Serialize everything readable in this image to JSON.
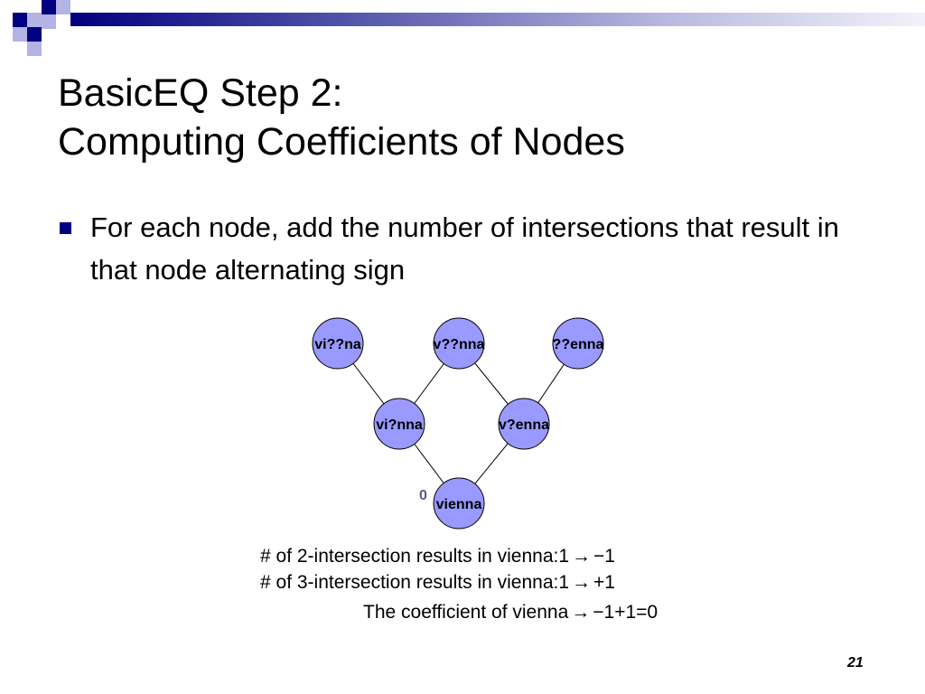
{
  "slide": {
    "title_line1": "BasicEQ Step 2:",
    "title_line2": "Computing Coefficients of Nodes",
    "bullet": "For each node, add the number of intersections that result in that node alternating sign",
    "page_number": "21"
  },
  "diagram": {
    "nodes": [
      {
        "id": "n1",
        "label": "vi??na"
      },
      {
        "id": "n2",
        "label": "v??nna"
      },
      {
        "id": "n3",
        "label": "??enna"
      },
      {
        "id": "n4",
        "label": "vi?nna"
      },
      {
        "id": "n5",
        "label": "v?enna"
      },
      {
        "id": "n6",
        "label": "vienna"
      }
    ],
    "edges": [
      [
        "n1",
        "n4"
      ],
      [
        "n2",
        "n4"
      ],
      [
        "n2",
        "n5"
      ],
      [
        "n3",
        "n5"
      ],
      [
        "n4",
        "n6"
      ],
      [
        "n5",
        "n6"
      ]
    ],
    "coefficient_label": "0",
    "node_color": "#9999ff"
  },
  "results": {
    "line1_text": "# of 2-intersection results in vienna:1",
    "line1_arrow": "→",
    "line1_value": "−1",
    "line2_text": "# of 3-intersection results in vienna:1",
    "line2_arrow": "→",
    "line2_value": "+1",
    "line3_text": "The coefficient of  vienna",
    "line3_arrow": "→",
    "line3_value": "−1+1=0"
  },
  "colors": {
    "accent": "#000080",
    "accent_light": "#b3b3e6"
  }
}
